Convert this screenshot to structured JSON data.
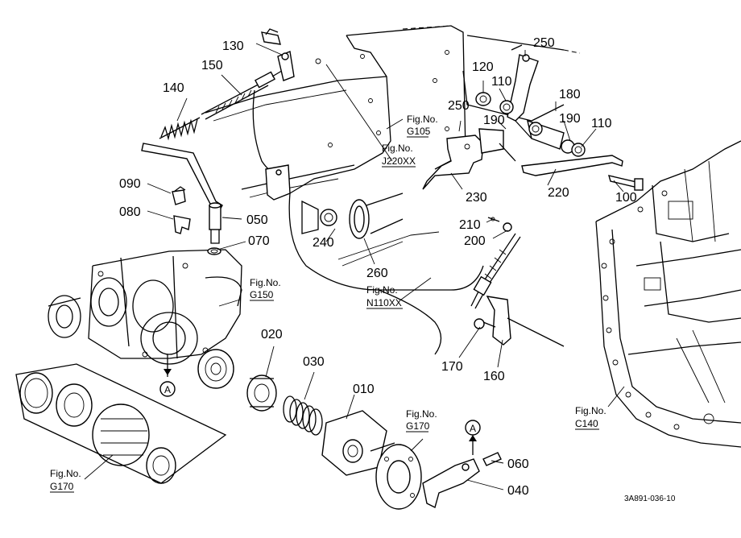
{
  "callouts": {
    "p130": "130",
    "p150": "150",
    "p140": "140",
    "p250a": "250",
    "p120": "120",
    "p110a": "110",
    "p180": "180",
    "p250b": "250",
    "p190a": "190",
    "p190b": "190",
    "p110b": "110",
    "p090": "090",
    "p080": "080",
    "p050": "050",
    "p070": "070",
    "p240": "240",
    "p260": "260",
    "p230": "230",
    "p220": "220",
    "p100": "100",
    "p210": "210",
    "p200": "200",
    "p020": "020",
    "p030": "030",
    "p010": "010",
    "p170": "170",
    "p160": "160",
    "p060": "060",
    "p040": "040"
  },
  "fig_refs": {
    "g105": {
      "label": "Fig.No.",
      "code": "G105"
    },
    "j220": {
      "label": "Fig.No.",
      "code": "J220XX"
    },
    "g150": {
      "label": "Fig.No.",
      "code": "G150"
    },
    "n110": {
      "label": "Fig.No.",
      "code": "N110XX"
    },
    "g170a": {
      "label": "Fig.No.",
      "code": "G170"
    },
    "g170b": {
      "label": "Fig.No.",
      "code": "G170"
    },
    "c140": {
      "label": "Fig.No.",
      "code": "C140"
    }
  },
  "markers": {
    "a1": "A",
    "a2": "A"
  },
  "drawing_code": "3A891-036-10"
}
